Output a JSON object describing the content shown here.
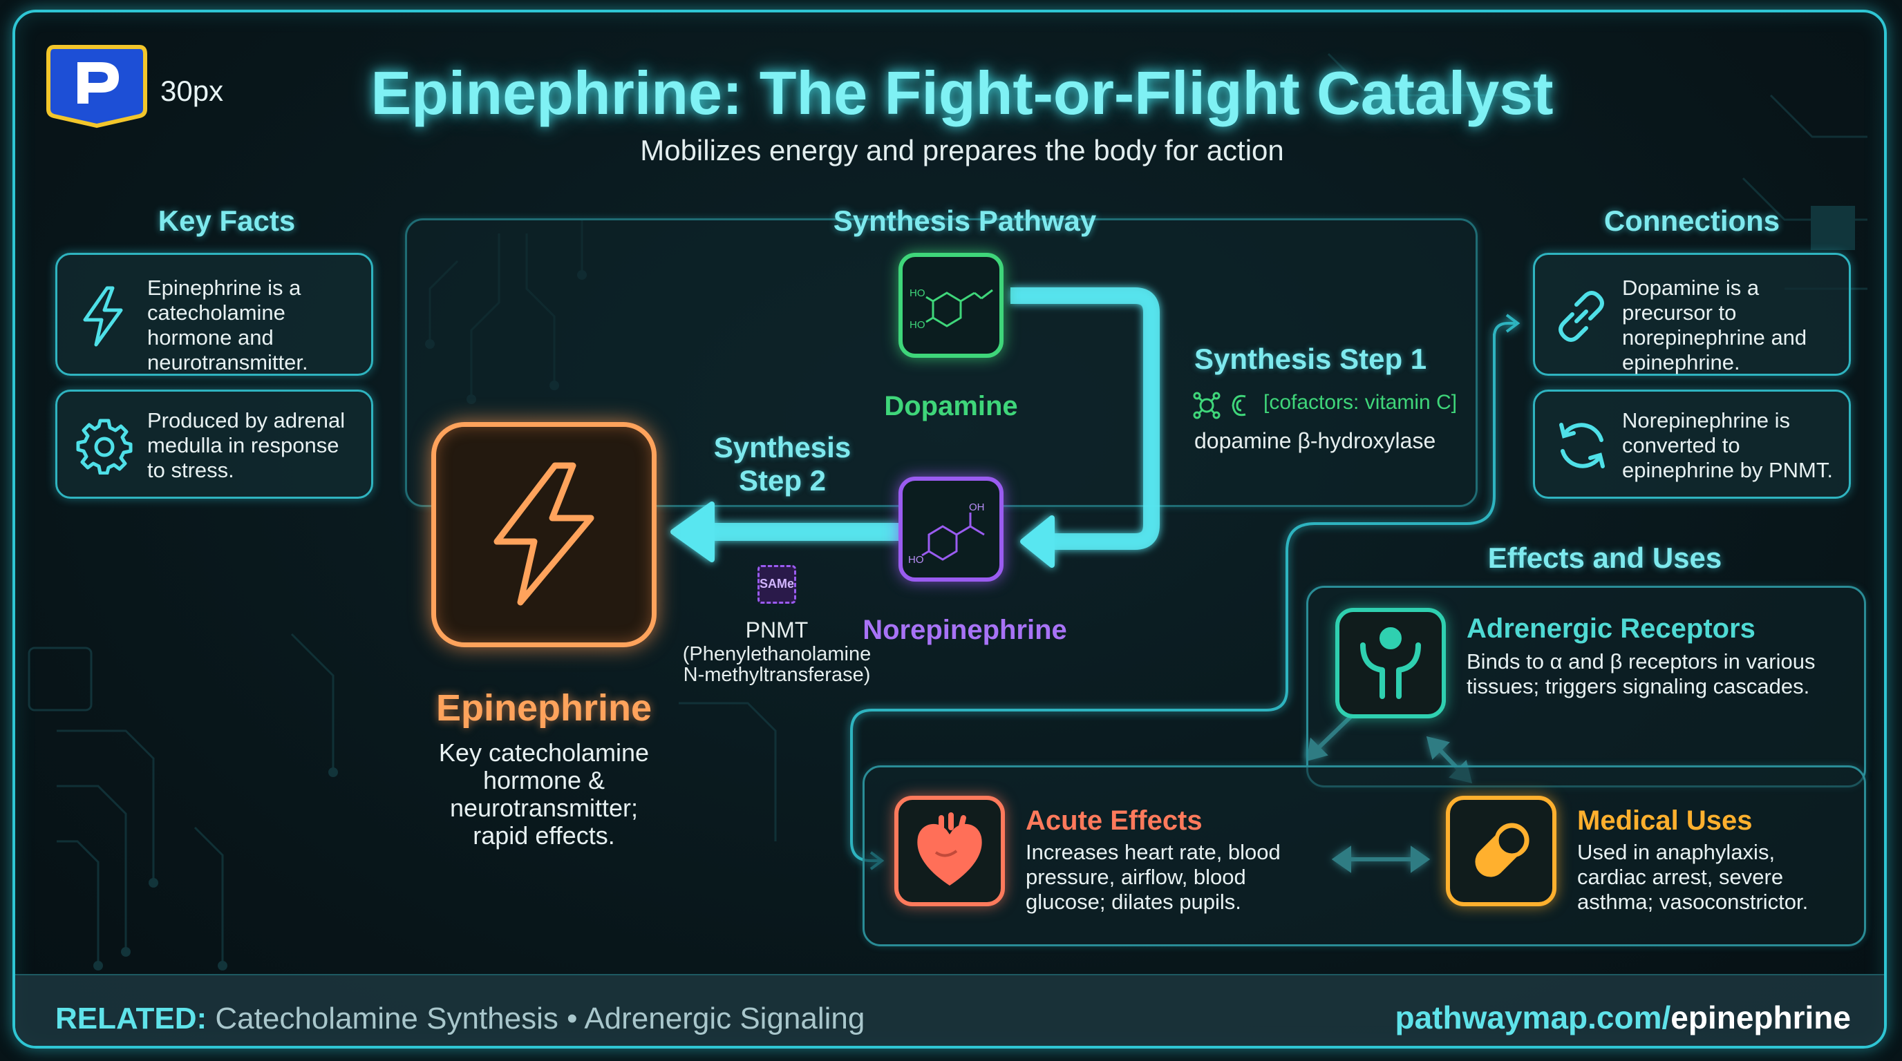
{
  "header": {
    "logo_text": "30px",
    "title": "Epinephrine: The Fight-or-Flight Catalyst",
    "subtitle": "Mobilizes energy and prepares the body for action"
  },
  "key_facts": {
    "heading": "Key Facts",
    "items": [
      {
        "icon": "lightning-icon",
        "text": "Epinephrine is a catecholamine hormone and neurotransmitter."
      },
      {
        "icon": "gear-icon",
        "text": "Produced by adrenal medulla in response to stress."
      }
    ]
  },
  "synthesis": {
    "heading": "Synthesis Pathway",
    "dopamine": {
      "label": "Dopamine",
      "ho_top": "HO",
      "ho_bottom": "HO"
    },
    "norepinephrine": {
      "label": "Norepinephrine",
      "oh": "OH",
      "ho": "HO"
    },
    "step1": {
      "title": "Synthesis Step 1",
      "cofactor": "[cofactors: vitamin C]",
      "enzyme": "dopamine β-hydroxylase"
    },
    "step2": {
      "title_line1": "Synthesis",
      "title_line2": "Step 2",
      "badge": "SAMe",
      "enzyme": "PNMT",
      "enzyme_full_line1": "(Phenylethanolamine",
      "enzyme_full_line2": "N-methyltransferase)"
    },
    "epinephrine": {
      "label": "Epinephrine",
      "description_lines": [
        "Key catecholamine",
        "hormone &",
        "neurotransmitter;",
        "rapid effects."
      ]
    }
  },
  "connections": {
    "heading": "Connections",
    "items": [
      {
        "icon": "link-icon",
        "text": "Dopamine is a precursor to norepinephrine and epinephrine."
      },
      {
        "icon": "refresh-icon",
        "text": "Norepinephrine is converted to epinephrine by PNMT."
      }
    ]
  },
  "effects": {
    "heading": "Effects and Uses",
    "receptors": {
      "title": "Adrenergic Receptors",
      "text": "Binds to α and β receptors in various tissues; triggers signaling cascades."
    },
    "acute": {
      "title": "Acute Effects",
      "text": "Increases heart rate, blood pressure, airflow, blood glucose; dilates pupils."
    },
    "medical": {
      "title": "Medical Uses",
      "text": "Used in anaphylaxis, cardiac arrest, severe asthma; vasoconstrictor."
    }
  },
  "footer": {
    "related_label": "RELATED:",
    "related_text": "Catecholamine Synthesis • Adrenergic Signaling",
    "url_domain": "pathwaymap.com/",
    "url_path": "epinephrine"
  },
  "colors": {
    "accent": "#2fc6d4",
    "title": "#7ff1f4",
    "dopamine": "#3fd67a",
    "norepinephrine": "#9a5cf0",
    "epinephrine": "#ffa35c",
    "acute": "#ff7a5c",
    "medical": "#ffb02e",
    "receptors": "#2fd0b0"
  }
}
